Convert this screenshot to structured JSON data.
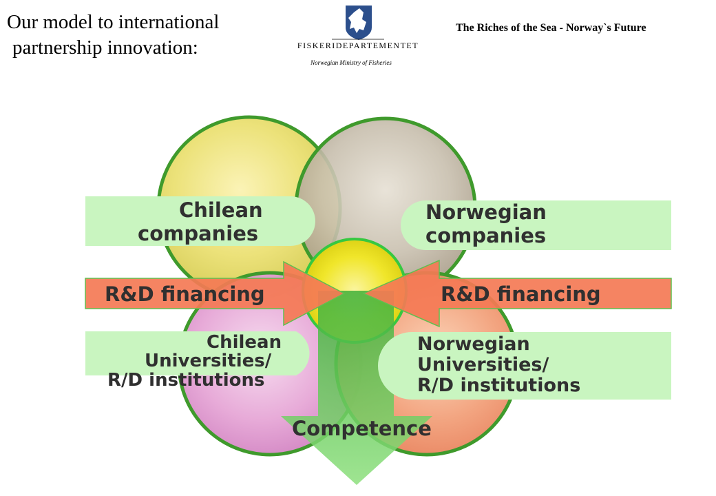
{
  "title": {
    "line1": "Our model to international",
    "line2": "partnership innovation:"
  },
  "header": {
    "tagline": "The Riches of the Sea - Norway`s Future",
    "logo_name": "FISKERIDEPARTEMENTET",
    "logo_sub": "Norwegian Ministry of Fisheries",
    "logo_icon": "norwegian-coat-of-arms-icon"
  },
  "diagram": {
    "chilean_companies": [
      "Chilean",
      "companies"
    ],
    "norwegian_companies": [
      "Norwegian",
      "companies"
    ],
    "rd_left": "R&D financing",
    "rd_right": "R&D financing",
    "chilean_universities": [
      "Chilean",
      "Universities/",
      "R/D institutions"
    ],
    "norwegian_universities": [
      "Norwegian",
      "Universities/",
      "R/D institutions"
    ],
    "competence": "Competence",
    "colors": {
      "circle_outline": "#3f9a2c",
      "green_box": "#c9f5c0",
      "orange_arrow": "#f47a55",
      "green_arrow": "#5fc85a",
      "center": "#f0e62a"
    }
  }
}
